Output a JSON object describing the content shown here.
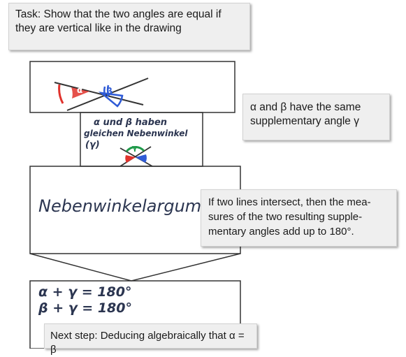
{
  "task": {
    "line1": "Task: Show that the two angles are equal if",
    "line2": "they are vertical like in the drawing"
  },
  "diagram": {
    "box2_text_line1": "α und β haben",
    "box2_text_line2": "gleichen Nebenwinkel",
    "box2_text_line3": "(γ)",
    "box3_text": "Nebenwinkelargum",
    "box4_eq1": "α + γ = 180°",
    "box4_eq2": "β + γ = 180°",
    "angle_alpha": "α",
    "angle_beta": "β",
    "angle_gamma": "γ"
  },
  "callouts": {
    "supplementary_line1": "α and β have the same",
    "supplementary_line2": "supplementary angle γ",
    "theorem_line1": "If two lines intersect, then the mea-",
    "theorem_line2": "sures of the two resulting supple-",
    "theorem_line3": "mentary angles add up to 180°.",
    "next_step": "Next step: Deducing algebraically that α = β"
  },
  "colors": {
    "red": "#e0322c",
    "blue": "#2f5bd6",
    "green": "#1f9a4a",
    "ink": "#2b3550"
  }
}
